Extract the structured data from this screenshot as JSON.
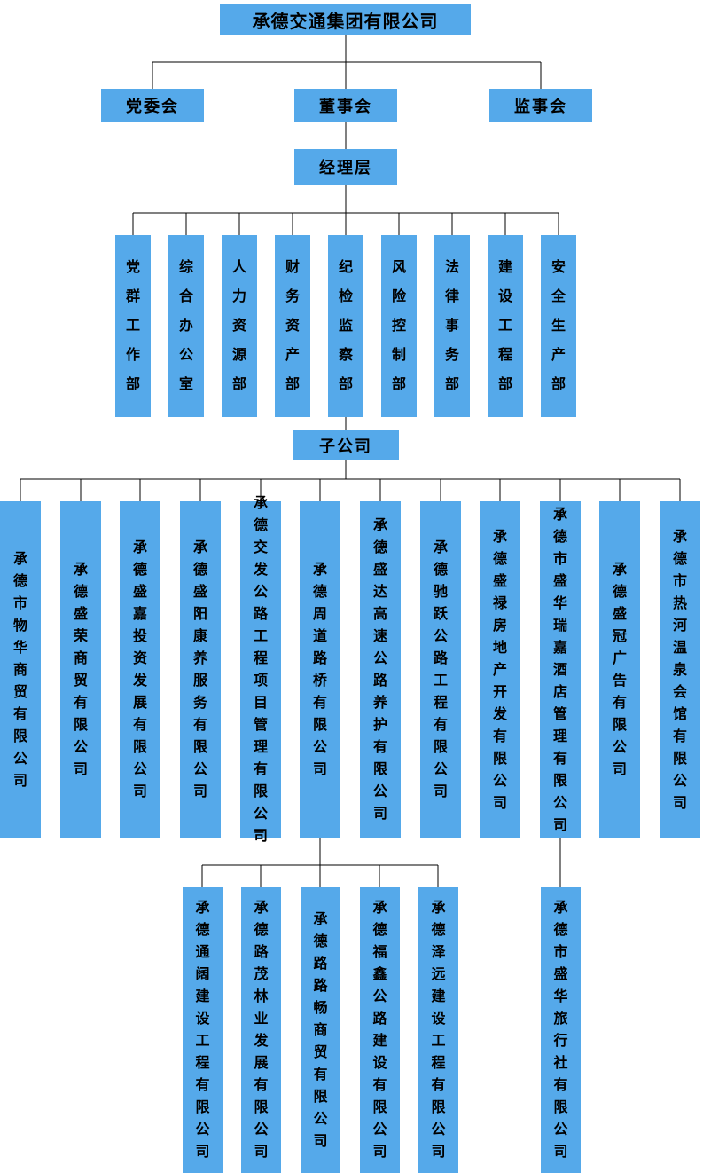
{
  "colors": {
    "box_fill": "#55A9EA",
    "box_text": "#000000",
    "line": "#000000",
    "background": "#FFFFFF"
  },
  "org_chart": {
    "root": "承德交通集团有限公司",
    "governance": [
      "党委会",
      "董事会",
      "监事会"
    ],
    "management": "经理层",
    "departments": [
      "党群工作部",
      "综合办公室",
      "人力资源部",
      "财务资产部",
      "纪检监察部",
      "风险控制部",
      "法律事务部",
      "建设工程部",
      "安全生产部"
    ],
    "subsidiaries_label": "子公司",
    "subsidiaries": [
      "承德市物华商贸有限公司",
      "承德盛荣商贸有限公司",
      "承德盛嘉投资发展有限公司",
      "承德盛阳康养服务有限公司",
      "承德交发公路工程项目管理有限公司",
      "承德周道路桥有限公司",
      "承德盛达高速公路养护有限公司",
      "承德驰跃公路工程有限公司",
      "承德盛禄房地产开发有限公司",
      "承德市盛华瑞嘉酒店管理有限公司",
      "承德盛冠广告有限公司",
      "承德市热河温泉会馆有限公司"
    ],
    "zhoudao_children": [
      "承德通阔建设工程有限公司",
      "承德路茂林业发展有限公司",
      "承德路路畅商贸有限公司",
      "承德福鑫公路建设有限公司",
      "承德泽远建设工程有限公司"
    ],
    "shenghua_hotel_child": "承德市盛华旅行社有限公司"
  }
}
